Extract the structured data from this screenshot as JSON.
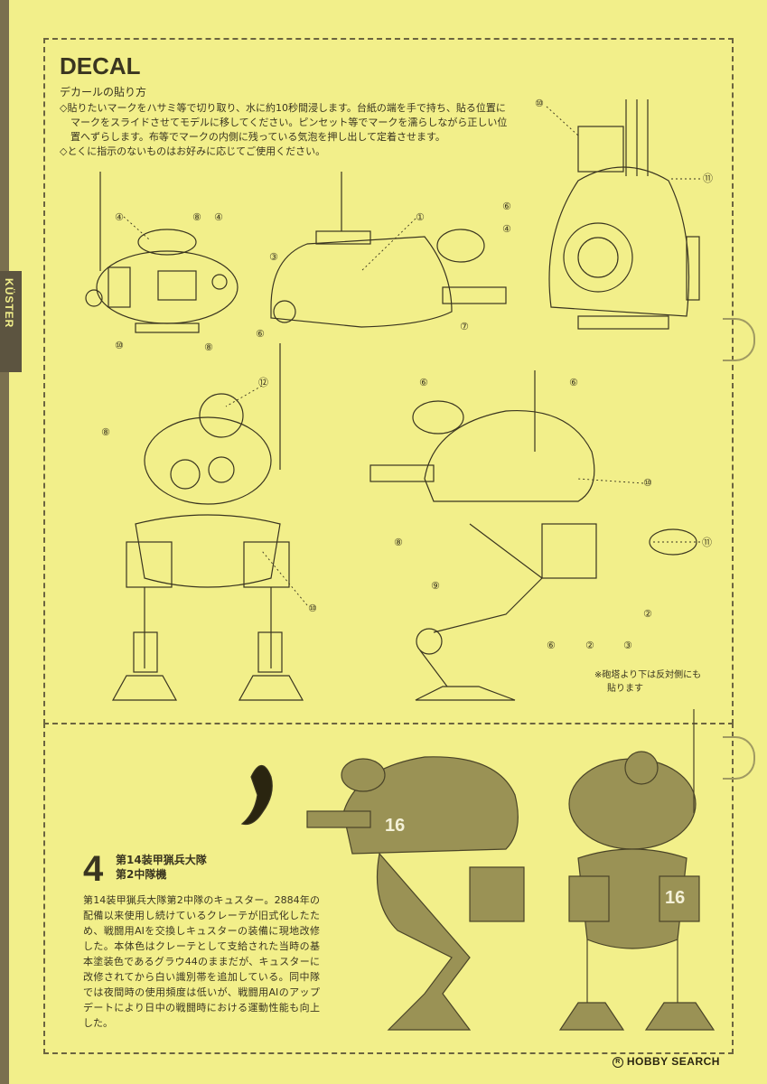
{
  "side_tab": "KÜSTER",
  "decal": {
    "title": "DECAL",
    "subtitle": "デカールの貼り方",
    "instructions": [
      "◇貼りたいマークをハサミ等で切り取り、水に約10秒間浸します。台紙の端を手で持ち、貼る位置にマークをスライドさせてモデルに移してください。ピンセット等でマークを濡らしながら正しい位置へずらします。布等でマークの内側に残っている気泡を押し出して定着させます。",
      "◇とくに指示のないものはお好みに応じてご使用ください。"
    ],
    "note_lines": [
      "※砲塔より下は反対側にも",
      "貼ります"
    ]
  },
  "callouts": {
    "c1": "①",
    "c2": "②",
    "c3": "③",
    "c4": "④",
    "c6": "⑥",
    "c7": "⑦",
    "c8": "⑧",
    "c9": "⑨",
    "c10": "⑩",
    "c11": "⑪",
    "c12": "⑫"
  },
  "scheme": {
    "number": "4",
    "unit_line1": "第14装甲猟兵大隊",
    "unit_line2": "第2中隊機",
    "description": "第14装甲猟兵大隊第2中隊のキュスター。2884年の配備以来使用し続けているクレーテが旧式化したため、戦闘用AIを交換しキュスターの装備に現地改修した。本体色はクレーテとして支給された当時の基本塗装色であるグラウ44のままだが、キュスターに改修されてから白い識別帯を追加している。同中隊では夜間時の使用頻度は低いが、戦闘用AIのアップデートにより日中の戦闘時における運動性能も向上した。",
    "marking": "16"
  },
  "watermark": "HOBBY SEARCH",
  "watermark_mark": "R",
  "colors": {
    "paper": "#f2ef8a",
    "ink": "#3a3520",
    "model": "#9a9255"
  }
}
